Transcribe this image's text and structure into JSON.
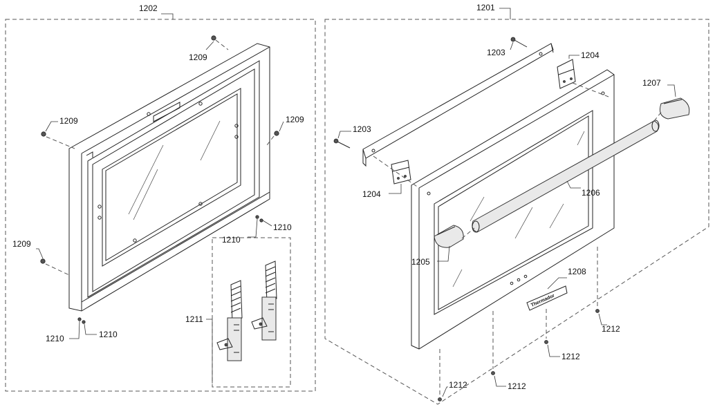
{
  "labels": {
    "l1201": "1201",
    "l1202": "1202",
    "l1203a": "1203",
    "l1203b": "1203",
    "l1204a": "1204",
    "l1204b": "1204",
    "l1205": "1205",
    "l1206": "1206",
    "l1207": "1207",
    "l1208": "1208",
    "l1209a": "1209",
    "l1209b": "1209",
    "l1209c": "1209",
    "l1209d": "1209",
    "l1210a": "1210",
    "l1210b": "1210",
    "l1210c": "1210",
    "l1210d": "1210",
    "l1211": "1211",
    "l1212a": "1212",
    "l1212b": "1212",
    "l1212c": "1212",
    "l1212d": "1212"
  },
  "logo_text": "Thermador"
}
